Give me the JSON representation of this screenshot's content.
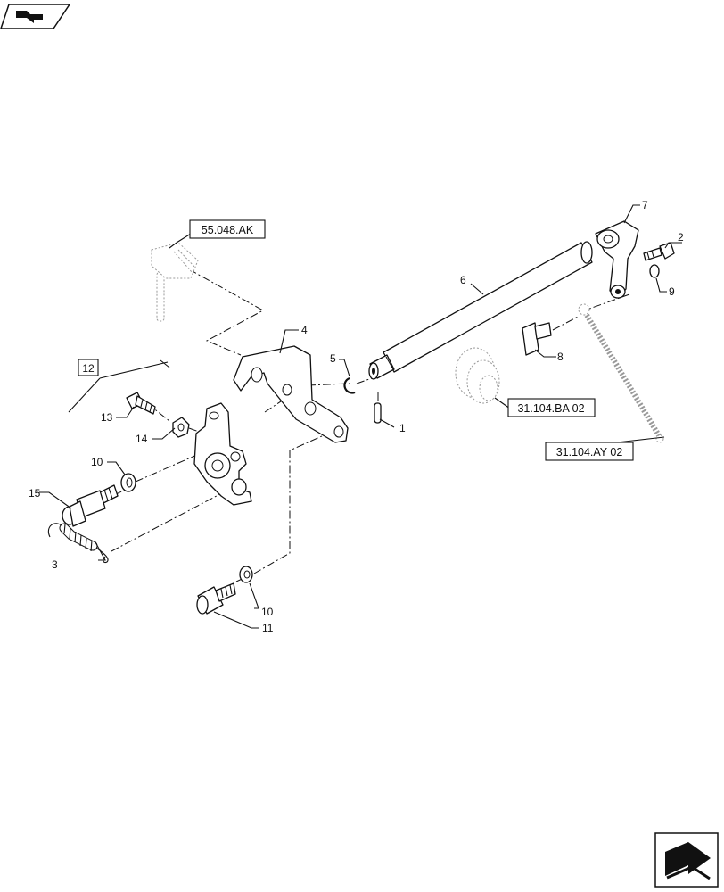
{
  "references": {
    "ref_55048": "55.048.AK",
    "ref_31104ba": "31.104.BA 02",
    "ref_31104ay": "31.104.AY 02"
  },
  "callouts": {
    "c1": "1",
    "c2": "2",
    "c3": "3",
    "c4": "4",
    "c5": "5",
    "c6": "6",
    "c7": "7",
    "c8": "8",
    "c9": "9",
    "c10a": "10",
    "c10b": "10",
    "c11": "11",
    "c12": "12",
    "c13": "13",
    "c14": "14",
    "c15": "15"
  },
  "icons": {
    "top_left": "book-arrow-icon",
    "bottom_right": "next-page-arrow-icon"
  }
}
